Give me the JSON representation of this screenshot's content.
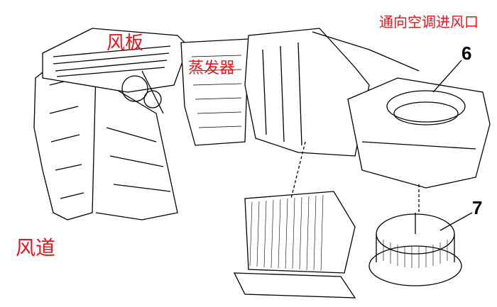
{
  "labels": {
    "damper": "风板",
    "evaporator": "蒸发器",
    "to_ac_inlet": "通向空调进风口",
    "air_duct": "风道"
  },
  "callouts": {
    "part6": "6",
    "part7": "7"
  },
  "colors": {
    "label": "#e8141c",
    "line": "#000000"
  }
}
